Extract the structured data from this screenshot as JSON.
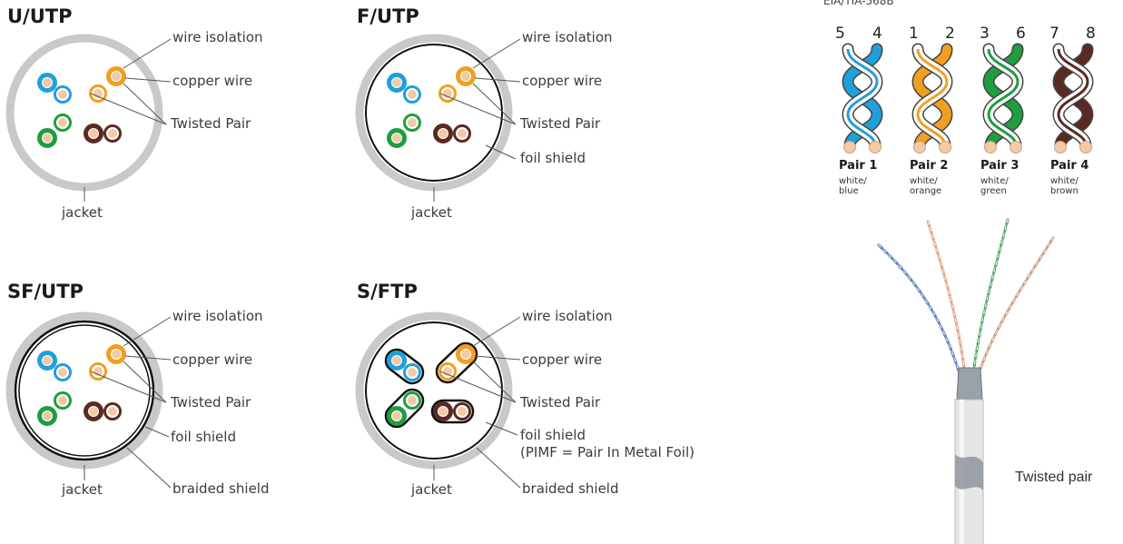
{
  "colors": {
    "jacket": "#c9c9c9",
    "blue": "#1fa0dc",
    "orange": "#f0a020",
    "green": "#1e9e3e",
    "brown": "#5a2a22",
    "copper": "#f3c9a6",
    "leader": "#555555"
  },
  "panels": [
    {
      "title": "U/UTP",
      "labels": {
        "wire_isolation": "wire isolation",
        "copper_wire": "copper wire",
        "twisted_pair": "Twisted Pair",
        "jacket": "jacket"
      }
    },
    {
      "title": "F/UTP",
      "labels": {
        "wire_isolation": "wire isolation",
        "copper_wire": "copper wire",
        "twisted_pair": "Twisted Pair",
        "foil_shield": "foil shield",
        "jacket": "jacket"
      }
    },
    {
      "title": "SF/UTP",
      "labels": {
        "wire_isolation": "wire isolation",
        "copper_wire": "copper wire",
        "twisted_pair": "Twisted Pair",
        "foil_shield": "foil shield",
        "jacket": "jacket",
        "braided_shield": "braided shield"
      }
    },
    {
      "title": "S/FTP",
      "labels": {
        "wire_isolation": "wire isolation",
        "copper_wire": "copper wire",
        "twisted_pair": "Twisted Pair",
        "foil_shield": "foil shield",
        "pimf_note": "(PIMF = Pair In Metal Foil)",
        "jacket": "jacket",
        "braided_shield": "braided shield"
      }
    }
  ],
  "standard": {
    "name": "EIA/TIA-568B",
    "pairs": [
      {
        "pins": [
          "5",
          "4"
        ],
        "name": "Pair 1",
        "sub": [
          "white/",
          "blue"
        ],
        "color": "#1fa0dc"
      },
      {
        "pins": [
          "1",
          "2"
        ],
        "name": "Pair 2",
        "sub": [
          "white/",
          "orange"
        ],
        "color": "#f0a020"
      },
      {
        "pins": [
          "3",
          "6"
        ],
        "name": "Pair 3",
        "sub": [
          "white/",
          "green"
        ],
        "color": "#1e9e3e"
      },
      {
        "pins": [
          "7",
          "8"
        ],
        "name": "Pair 4",
        "sub": [
          "white/",
          "brown"
        ],
        "color": "#5a2a22"
      }
    ]
  },
  "photo_caption": "Twisted pair"
}
